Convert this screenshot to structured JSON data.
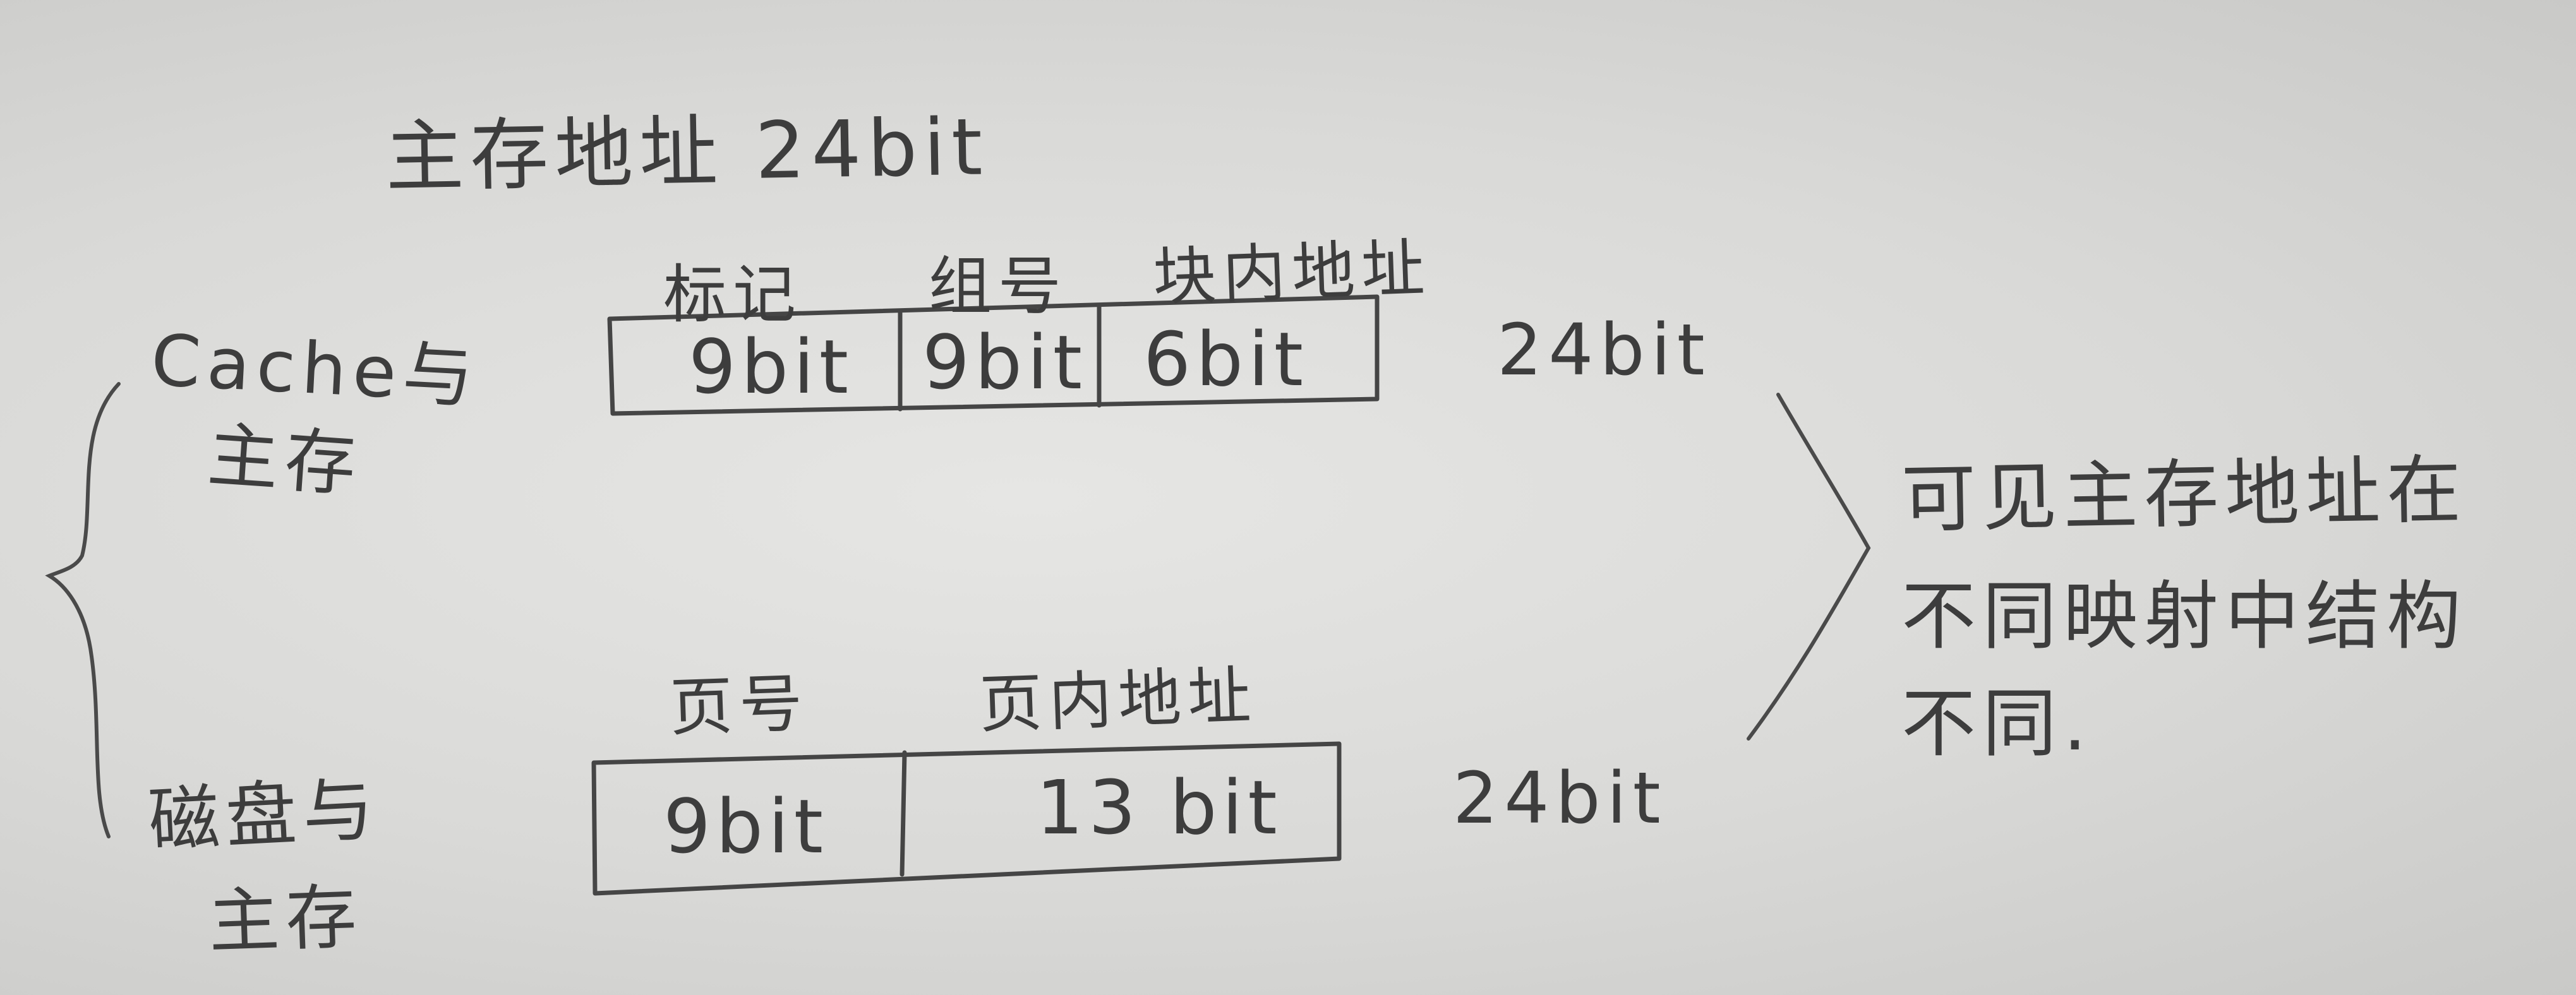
{
  "title": "主存地址 24bit",
  "cache_mapping": {
    "label_line1": "Cache与",
    "label_line2": "主存",
    "field_headers": [
      "标记",
      "组号",
      "块内地址"
    ],
    "fields": [
      "9bit",
      "9bit",
      "6bit"
    ],
    "total": "24bit"
  },
  "disk_mapping": {
    "label_line1": "磁盘与",
    "label_line2": "主存",
    "field_headers": [
      "页号",
      "页内地址"
    ],
    "fields": [
      "9bit",
      "13 bit"
    ],
    "total": "24bit"
  },
  "conclusion": {
    "line1": "可见主存地址在",
    "line2": "不同映射中结构",
    "line3": "不同."
  }
}
